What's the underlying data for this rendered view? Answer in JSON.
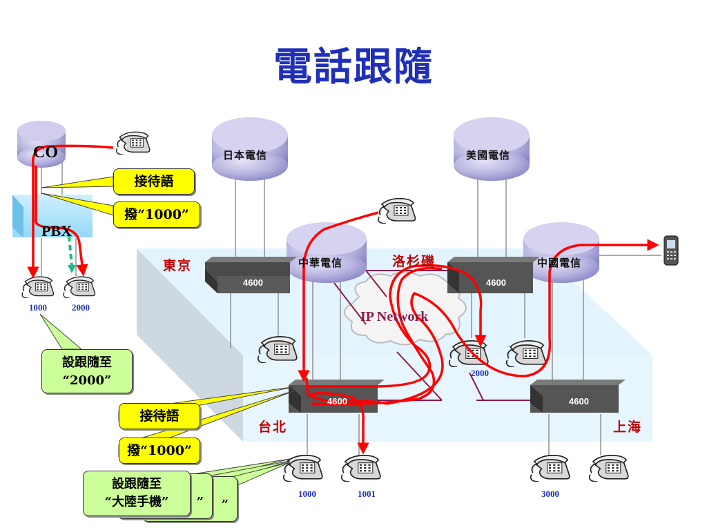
{
  "title": "電話跟隨",
  "clouds": {
    "co": "CO",
    "japan": "日本電信",
    "usa": "美國電信",
    "taiwan": "中華電信",
    "china": "中國電信",
    "ip_network": "IP Network"
  },
  "pbx_label": "PBX",
  "cities": {
    "tokyo": "東京",
    "la": "洛杉磯",
    "taipei": "台北",
    "shanghai": "上海"
  },
  "switch_label": "4600",
  "extensions": {
    "pbx_a": "1000",
    "pbx_b": "2000",
    "la": "2000",
    "taipei_a": "1000",
    "taipei_b": "1001",
    "shanghai": "3000"
  },
  "callouts": {
    "greeting_top": "接待語",
    "dial_top": "撥“1000”",
    "follow_pbx_line1": "設跟隨至",
    "follow_pbx_line2": "“2000”",
    "greeting_bottom": "接待語",
    "dial_bottom": "撥“1000”",
    "follow_mobile_line1": "設跟隨至",
    "follow_mobile_line2": "“大陸手機”",
    "stacked_fragment_1": "”",
    "stacked_fragment_2": "”"
  },
  "colors": {
    "title": "#1f2fb8",
    "city": "#c00000",
    "call_path": "#ff0000",
    "callout_yellow": "#ffff00",
    "callout_green": "#ccff99",
    "cloud": "#b7b4e0",
    "switch": "#555555"
  },
  "icons": [
    "desk-phone-icon",
    "mobile-phone-icon",
    "cloud-icon",
    "switch-icon"
  ]
}
